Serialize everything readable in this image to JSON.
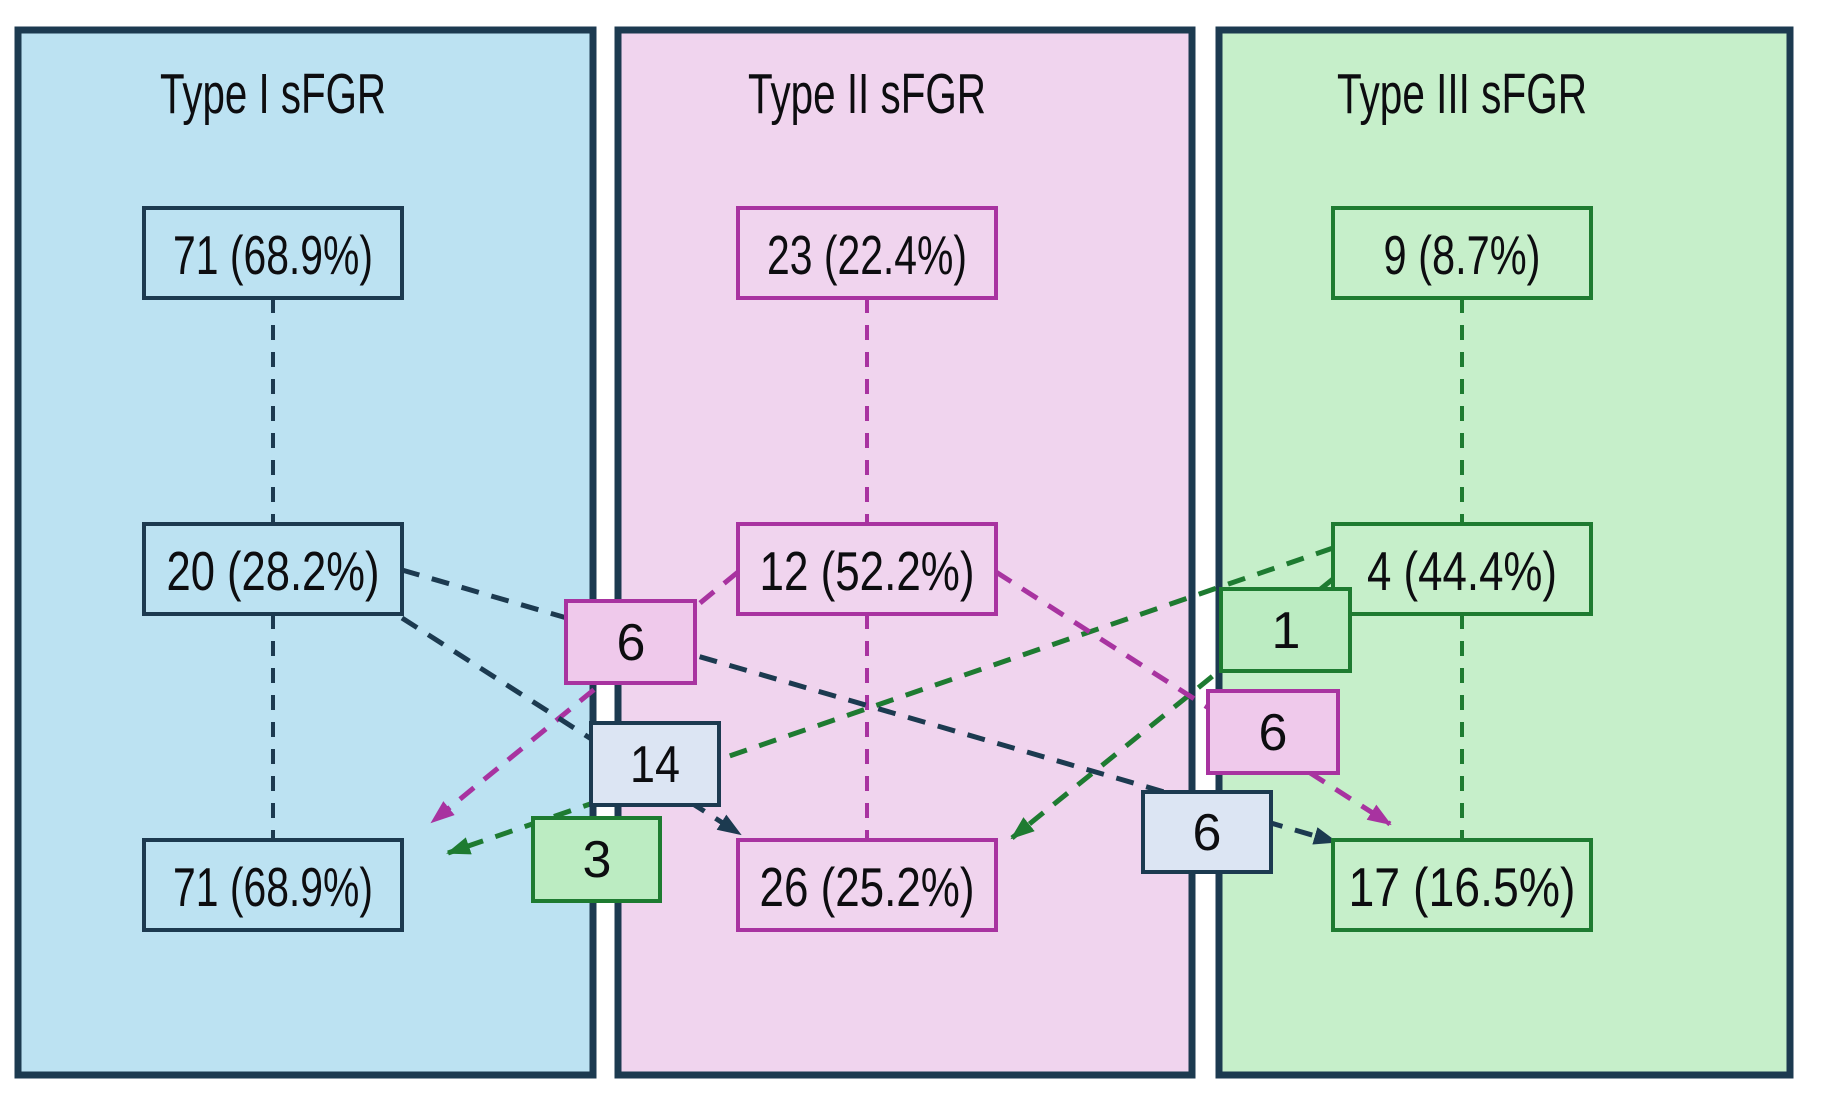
{
  "columns": [
    {
      "title": "Type I sFGR",
      "stage_counts": {
        "top": "71 (68.9%)",
        "middle": "20 (28.2%)",
        "bottom": "71 (68.9%)"
      }
    },
    {
      "title": "Type II sFGR",
      "stage_counts": {
        "top": "23 (22.4%)",
        "middle": "12 (52.2%)",
        "bottom": "26 (25.2%)"
      }
    },
    {
      "title": "Type III sFGR",
      "stage_counts": {
        "top": "9 (8.7%)",
        "middle": "4 (44.4%)",
        "bottom": "17 (16.5%)"
      }
    }
  ],
  "transitions": [
    {
      "count": "6",
      "from": "Type II sFGR (middle)",
      "to": "Type I sFGR (bottom)",
      "line_color": "magenta"
    },
    {
      "count": "14",
      "from": "Type I sFGR (middle)",
      "to": "Type II sFGR (bottom)",
      "line_color": "navy"
    },
    {
      "count": "3",
      "from": "Type III sFGR (middle)",
      "to": "Type I sFGR (bottom)",
      "line_color": "green"
    },
    {
      "count": "1",
      "from": "Type III sFGR (middle)",
      "to": "Type II sFGR (bottom)",
      "line_color": "green"
    },
    {
      "count": "6",
      "from": "Type II sFGR (middle)",
      "to": "Type III sFGR (bottom)",
      "line_color": "magenta"
    },
    {
      "count": "6",
      "from": "Type I sFGR (middle)",
      "to": "Type III sFGR (bottom)",
      "line_color": "navy"
    }
  ],
  "colors": {
    "navy": "#1C3A50",
    "magenta": "#A833A0",
    "green": "#1E7B31",
    "panel-blue": "#BCE2F2",
    "panel-pink": "#F0D4EE",
    "panel-green": "#C6EFCA",
    "label-blue": "#DCE5F3",
    "label-pink": "#EFC9EB",
    "label-green": "#BCECC2",
    "text": "#0D0D10",
    "background": "#FFFFFF"
  }
}
